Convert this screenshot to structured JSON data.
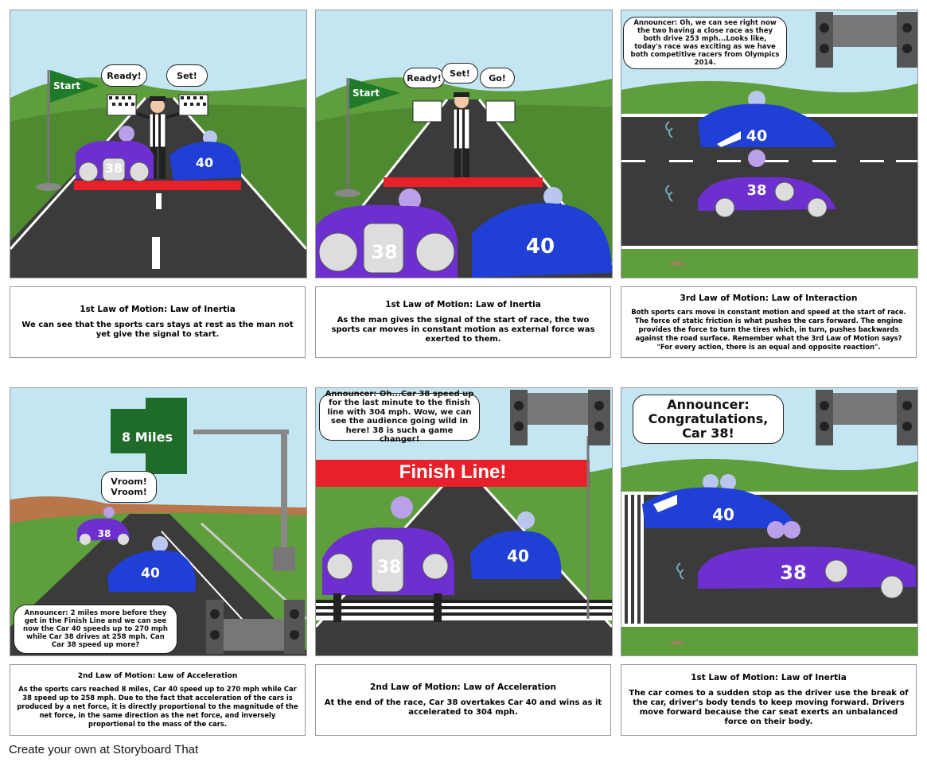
{
  "panels": [
    {
      "bubbles": [
        "Ready!",
        "Set!"
      ],
      "flag": "Start",
      "cars": [
        "38",
        "40"
      ],
      "caption_title": "1st Law of Motion: Law of Inertia",
      "caption_text": "We can see that the sports cars stays at rest as the man not yet give the signal to start."
    },
    {
      "bubbles": [
        "Ready!",
        "Set!",
        "Go!"
      ],
      "flag": "Start",
      "cars": [
        "38",
        "40"
      ],
      "caption_title": "1st Law of Motion: Law of Inertia",
      "caption_text": "As the man gives the signal of the start of race, the two sports car moves in constant motion as external force was exerted to them."
    },
    {
      "announcer": "Announcer: Oh, we can see right now the two having a close race as they both drive 253 mph...Looks like, today's race was exciting as we have both competitive racers from Olympics 2014.",
      "cars": [
        "40",
        "38"
      ],
      "caption_title": "3rd Law of Motion: Law of Interaction",
      "caption_text": "Both sports cars move in constant motion and speed at the start of race. The force of static friction is what pushes the cars forward. The engine provides the force to turn the tires which, in turn, pushes backwards against the road surface. Remember what the 3rd Law of Motion says? \"For every action, there is an equal and opposite reaction\"."
    },
    {
      "sign": "8 Miles",
      "bubbles": [
        "Vroom! Vroom!"
      ],
      "announcer": "Announcer: 2 miles more before they get in the Finish Line and we can see now the Car 40 speeds up to 270 mph while Car 38 drives at 258 mph. Can Car 38 speed up more?",
      "cars": [
        "38",
        "40"
      ],
      "caption_title": "2nd Law of Motion: Law of Acceleration",
      "caption_text": "As the sports cars reached 8 miles, Car 40 speed up to 270 mph while Car 38 speed up to 258 mph. Due to the fact that acceleration of the cars is produced by a net force, it is directly proportional to the magnitude of the net force, in the same direction as the net force, and inversely proportional to the mass of the cars."
    },
    {
      "announcer": "Announcer: Oh...Car 38 speed up for the last minute to the finish line with 304 mph. Wow, we can see the audience going wild in here! 38 is such a game changer!",
      "banner": "Finish Line!",
      "cars": [
        "38",
        "40"
      ],
      "caption_title": "2nd Law of Motion: Law of Acceleration",
      "caption_text": "At the end of the race, Car 38 overtakes Car 40 and wins as it accelerated to 304 mph."
    },
    {
      "announcer": "Announcer: Congratulations, Car 38!",
      "cars": [
        "40",
        "38"
      ],
      "caption_title": "1st Law of Motion: Law of Inertia",
      "caption_text": "The car comes to a sudden stop as the driver use the break of the car, driver's body tends to keep moving forward. Drivers move forward because the car seat exerts an unbalanced force on their body."
    }
  ],
  "footer": "Create your own at Storyboard That",
  "colors": {
    "sky": "#bfe3f1",
    "grass": "#5a9a3a",
    "road": "#3a3a3a",
    "car_purple": "#6d2fd0",
    "car_blue": "#1f3fd6",
    "banner_red": "#e8202a",
    "sign_green": "#1e6b2a"
  }
}
